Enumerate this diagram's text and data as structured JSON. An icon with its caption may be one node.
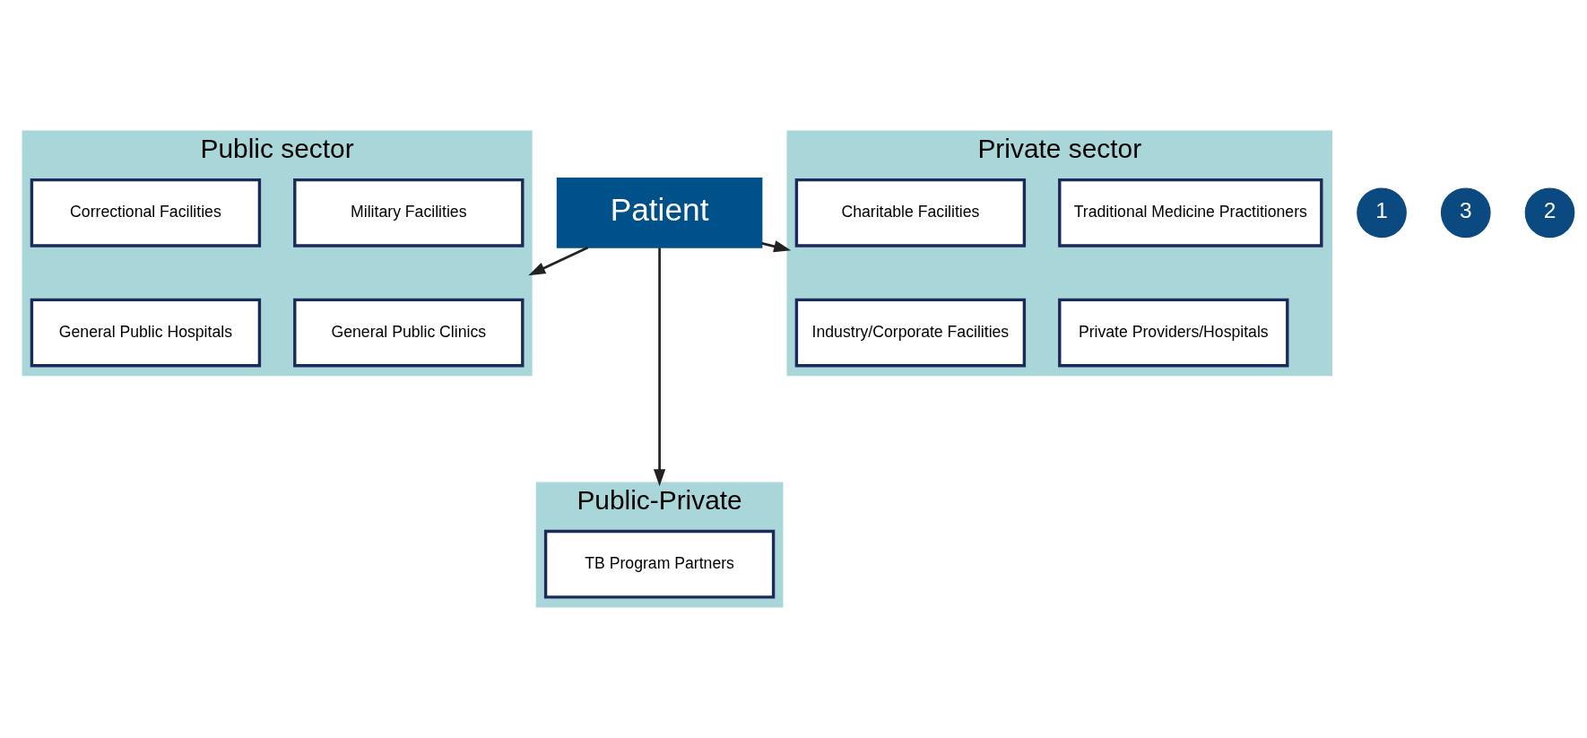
{
  "diagram": {
    "nodes": [
      {
        "text": [
          "Patient"
        ]
      },
      {
        "text": [
          "1"
        ]
      },
      {
        "text": [
          "Public sector"
        ]
      },
      {
        "text": [
          "General Public Clinics"
        ],
        "in": 2
      },
      {
        "text": [
          "General Public Hospitals"
        ],
        "in": 2
      },
      {
        "text": [
          "Military Facilities"
        ],
        "in": 2
      },
      {
        "text": [
          "Correctional Facilities"
        ],
        "in": 2
      },
      {
        "text": [
          "3"
        ]
      },
      {
        "text": [
          "Private sector"
        ]
      },
      {
        "text": [
          "Private Providers/Hospitals"
        ],
        "in": 8
      },
      {
        "text": [
          "Industry/Corporate Facilities"
        ],
        "in": 8
      },
      {
        "text": [
          "Traditional Medicine Practitioners"
        ],
        "in": 8
      },
      {
        "text": [
          "Charitable Facilities"
        ],
        "in": 8
      },
      {
        "text": [
          "2"
        ]
      },
      {
        "text": [
          "Public-Private"
        ]
      },
      {
        "text": [
          "TB Program Partners"
        ],
        "in": 14
      }
    ],
    "edges": [
      {
        "from": 0,
        "to": 2,
        "arrow": "to"
      },
      {
        "from": 0,
        "to": 8,
        "arrow": "to"
      },
      {
        "from": 0,
        "to": 14,
        "arrow": "to"
      }
    ]
  }
}
